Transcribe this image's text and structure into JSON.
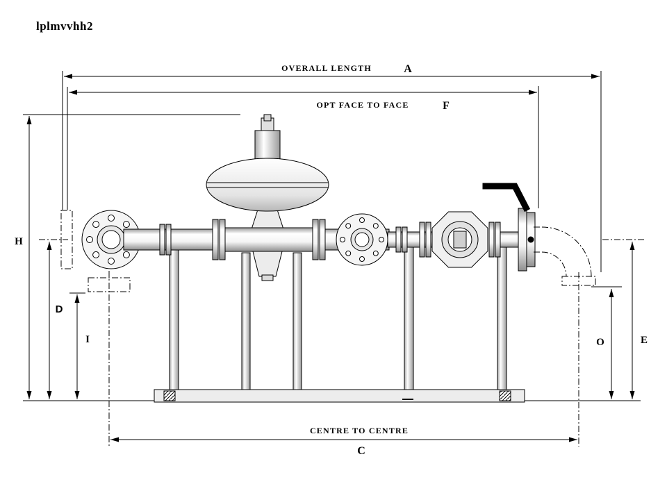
{
  "drawing": {
    "title": "lplmvvhh2"
  },
  "dims": {
    "a": {
      "word": "OVERALL LENGTH",
      "letter": "A"
    },
    "f": {
      "word": "OPT FACE TO FACE",
      "letter": "F"
    },
    "c": {
      "word": "CENTRE TO CENTRE",
      "letter": "C"
    },
    "h": {
      "letter": "H"
    },
    "d": {
      "letter": "D"
    },
    "i": {
      "letter": "I"
    },
    "o": {
      "letter": "O"
    },
    "e": {
      "letter": "E"
    }
  },
  "colors": {
    "line": "#000000",
    "background": "#ffffff",
    "handle": "#000000",
    "metal_light": "#f5f5f5",
    "metal_mid": "#e2e2e2"
  }
}
